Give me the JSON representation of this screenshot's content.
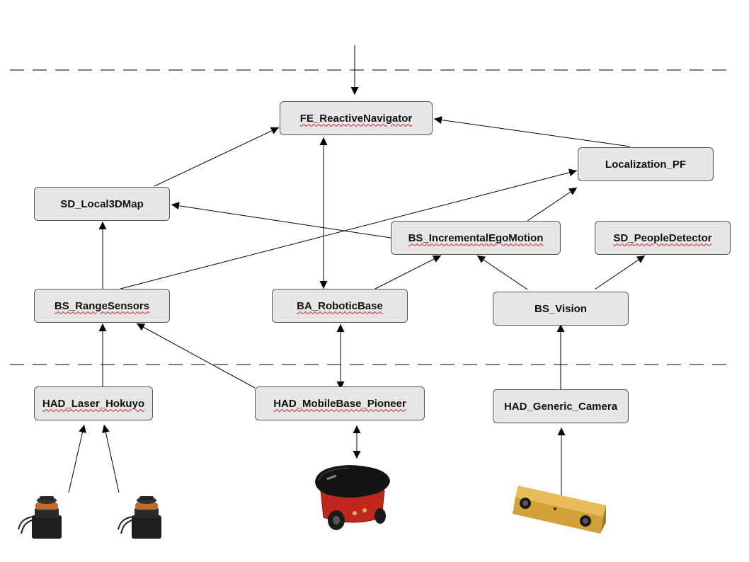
{
  "modules": {
    "fe_reactive_navigator": "FE_ReactiveNavigator",
    "localization_pf": "Localization_PF",
    "sd_local3dmap": "SD_Local3DMap",
    "bs_incremental_ego_motion": "BS_IncrementalEgoMotion",
    "sd_people_detector": "SD_PeopleDetector",
    "bs_range_sensors": "BS_RangeSensors",
    "ba_robotic_base": "BA_RoboticBase",
    "bs_vision": "BS_Vision",
    "had_laser_hokuyo": "HAD_Laser_Hokuyo",
    "had_mobilebase_pioneer": "HAD_MobileBase_Pioneer",
    "had_generic_camera": "HAD_Generic_Camera"
  },
  "images": {
    "laser_scanner": "Hokuyo laser scanner",
    "mobile_robot": "Pioneer mobile robot",
    "stereo_camera": "stereo camera"
  },
  "colors": {
    "node_fill": "#e6e6e6",
    "node_border": "#555555",
    "spellcheck_underline": "#d21f1f",
    "robot_red": "#c0281e",
    "camera_gold": "#d2a23a"
  }
}
